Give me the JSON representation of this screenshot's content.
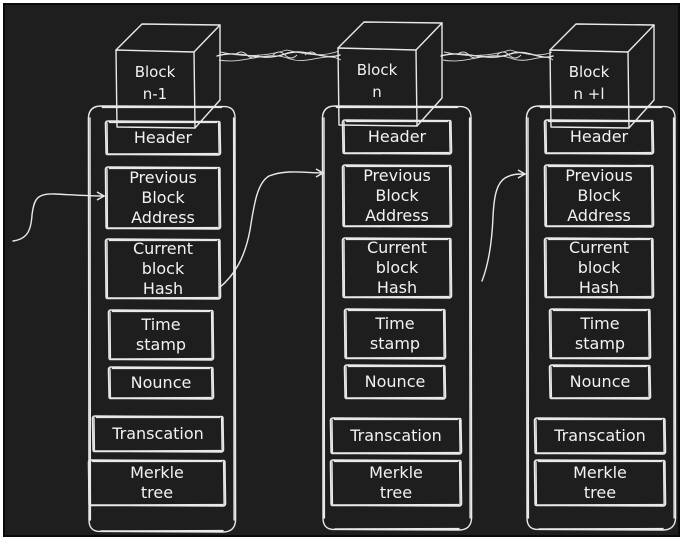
{
  "colors": {
    "background": "#1e1e1e",
    "stroke": "#e9e9e9",
    "text": "#f2f2f2"
  },
  "blocks": [
    {
      "cube": [
        "Block",
        "n-1"
      ],
      "fields": {
        "header": [
          "Header"
        ],
        "prev": [
          "Previous",
          "Block",
          "Address"
        ],
        "hash": [
          "Current",
          "block",
          "Hash"
        ],
        "time": [
          "Time",
          "stamp"
        ],
        "nonce": [
          "Nounce"
        ],
        "tx": [
          "Transcation"
        ],
        "merkle": [
          "Merkle",
          "tree"
        ]
      }
    },
    {
      "cube": [
        "Block",
        "n"
      ],
      "fields": {
        "header": [
          "Header"
        ],
        "prev": [
          "Previous",
          "Block",
          "Address"
        ],
        "hash": [
          "Current",
          "block",
          "Hash"
        ],
        "time": [
          "Time",
          "stamp"
        ],
        "nonce": [
          "Nounce"
        ],
        "tx": [
          "Transcation"
        ],
        "merkle": [
          "Merkle",
          "tree"
        ]
      }
    },
    {
      "cube": [
        "Block",
        "n +l"
      ],
      "fields": {
        "header": [
          "Header"
        ],
        "prev": [
          "Previous",
          "Block",
          "Address"
        ],
        "hash": [
          "Current",
          "block",
          "Hash"
        ],
        "time": [
          "Time",
          "stamp"
        ],
        "nonce": [
          "Nounce"
        ],
        "tx": [
          "Transcation"
        ],
        "merkle": [
          "Merkle",
          "tree"
        ]
      }
    }
  ]
}
